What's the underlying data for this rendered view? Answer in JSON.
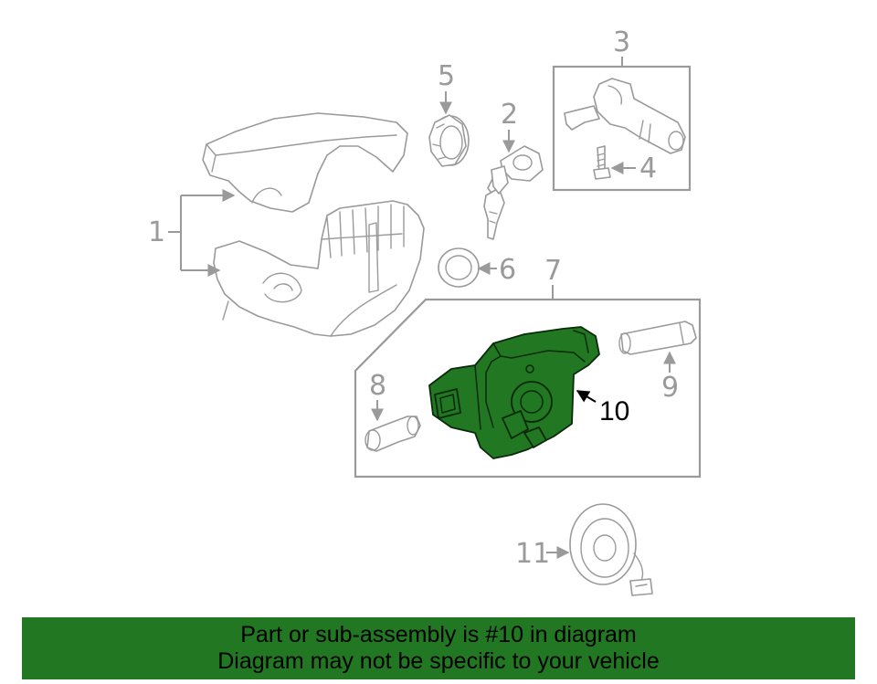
{
  "colors": {
    "highlight": "#227722",
    "line_art": "#9a9a9a",
    "banner_bg": "#227722",
    "banner_text": "#000000"
  },
  "callouts": {
    "c1": "1",
    "c2": "2",
    "c3": "3",
    "c4": "4",
    "c5": "5",
    "c6": "6",
    "c7": "7",
    "c8": "8",
    "c9": "9",
    "c10": "10",
    "c11": "11"
  },
  "highlighted_part": "10",
  "banner": {
    "line1": "Part or sub-assembly is #10 in diagram",
    "line2": "Diagram may not be specific to your vehicle"
  }
}
